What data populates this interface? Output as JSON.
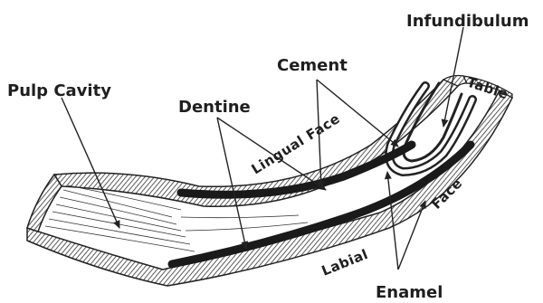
{
  "labels": {
    "infundibulum": "Infundibulum",
    "cement": "Cement",
    "table": "Table",
    "pulp_cavity": "Pulp Cavity",
    "dentine": "Dentine",
    "lingual_face": "Lingual Face",
    "face": "Face",
    "labial": "Labial",
    "enamel": "Enamel"
  }
}
